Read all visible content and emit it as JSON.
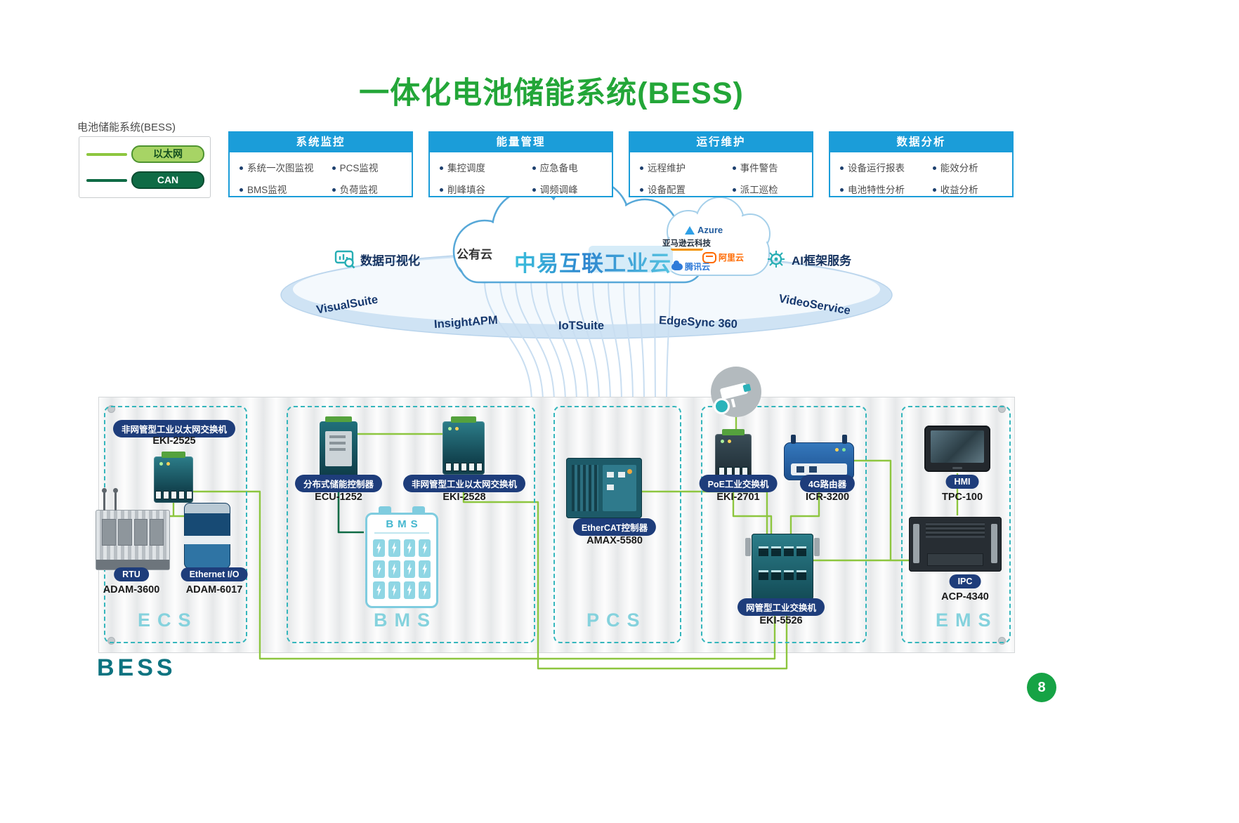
{
  "page": {
    "title": "一体化电池储能系统(BESS)",
    "page_number": "8",
    "bess_label": "BESS"
  },
  "legend": {
    "title": "电池储能系统(BESS)",
    "items": [
      {
        "label": "以太网",
        "color": "#8dc63f"
      },
      {
        "label": "CAN",
        "color": "#0f6b45"
      }
    ]
  },
  "feature_boxes": [
    {
      "title": "系统监控",
      "items": [
        "系统一次图监视",
        "PCS监视",
        "BMS监视",
        "负荷监视"
      ]
    },
    {
      "title": "能量管理",
      "items": [
        "集控调度",
        "应急备电",
        "削峰填谷",
        "调频调峰"
      ]
    },
    {
      "title": "运行维护",
      "items": [
        "远程维护",
        "事件警告",
        "设备配置",
        "派工巡检"
      ]
    },
    {
      "title": "数据分析",
      "items": [
        "设备运行报表",
        "能效分析",
        "电池特性分析",
        "收益分析"
      ]
    }
  ],
  "cloud": {
    "public_cloud_label": "公有云",
    "platform_logo": "中易互联工业云",
    "providers": [
      {
        "name": "Azure"
      },
      {
        "name": "亚马逊云科技"
      },
      {
        "name": "阿里云"
      },
      {
        "name": "腾讯云"
      }
    ],
    "left_service": "数据可视化",
    "right_service": "AI框架服务",
    "ring_services": [
      "VisualSuite",
      "InsightAPM",
      "IoTSuite",
      "EdgeSync 360",
      "VideoService"
    ]
  },
  "container": {
    "sections": [
      {
        "name": "ECS",
        "devices": [
          {
            "label": "非网管型工业以太网交换机",
            "model": "EKI-2525"
          },
          {
            "label": "RTU",
            "model": "ADAM-3600"
          },
          {
            "label": "Ethernet I/O",
            "model": "ADAM-6017"
          }
        ]
      },
      {
        "name": "BMS",
        "bms_box_title": "BMS",
        "devices": [
          {
            "label": "分布式储能控制器",
            "model": "ECU-1252"
          },
          {
            "label": "非网管型工业以太网交换机",
            "model": "EKI-2528"
          }
        ]
      },
      {
        "name": "PCS",
        "devices": [
          {
            "label": "EtherCAT控制器",
            "model": "AMAX-5580"
          }
        ]
      },
      {
        "name": "",
        "devices": [
          {
            "label": "PoE工业交换机",
            "model": "EKI-2701"
          },
          {
            "label": "4G路由器",
            "model": "ICR-3200"
          },
          {
            "label": "网管型工业交换机",
            "model": "EKI-5526"
          }
        ]
      },
      {
        "name": "EMS",
        "devices": [
          {
            "label": "HMI",
            "model": "TPC-100"
          },
          {
            "label": "IPC",
            "model": "ACP-4340"
          }
        ]
      }
    ]
  },
  "colors": {
    "title_green": "#23a638",
    "header_blue": "#1b9dd9",
    "pill_navy": "#1e3d7b",
    "section_teal": "#35b6bc",
    "ethernet_green": "#8dc63f",
    "can_green": "#0f6b45"
  }
}
